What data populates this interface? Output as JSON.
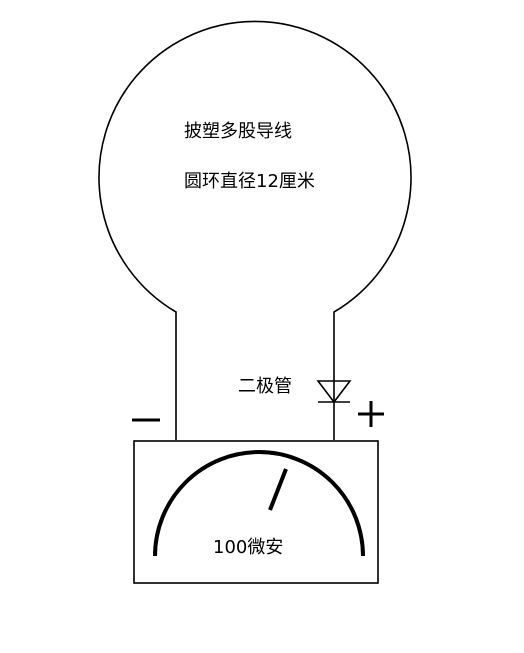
{
  "loop": {
    "line1": "披塑多股导线",
    "line2": "圆环直径12厘米"
  },
  "diode": {
    "label": "二极管"
  },
  "meter": {
    "label": "100微安"
  },
  "polarity": {
    "negative": "−",
    "positive": "+"
  }
}
